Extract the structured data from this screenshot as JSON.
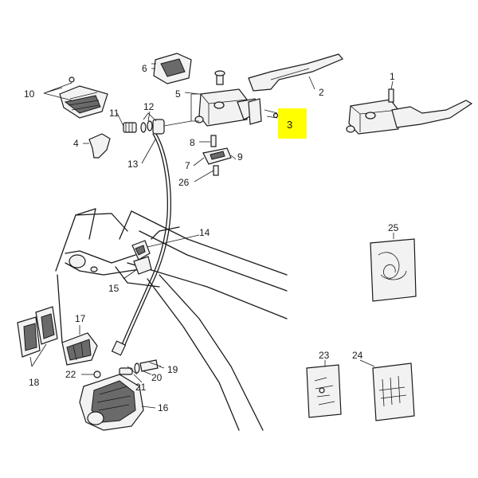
{
  "labels": {
    "p1": "1",
    "p2": "2",
    "p3": "3",
    "p4": "4",
    "p5": "5",
    "p6": "6",
    "p7": "7",
    "p8": "8",
    "p9": "9",
    "p10": "10",
    "p11": "11",
    "p12": "12",
    "p13": "13",
    "p14": "14",
    "p15": "15",
    "p16": "16",
    "p17": "17",
    "p18": "18",
    "p19": "19",
    "p20": "20",
    "p21": "21",
    "p22": "22",
    "p23": "23",
    "p24": "24",
    "p25": "25",
    "p26": "26"
  },
  "colors": {
    "highlight": "#ffff00",
    "ink": "#1a1a1a"
  }
}
